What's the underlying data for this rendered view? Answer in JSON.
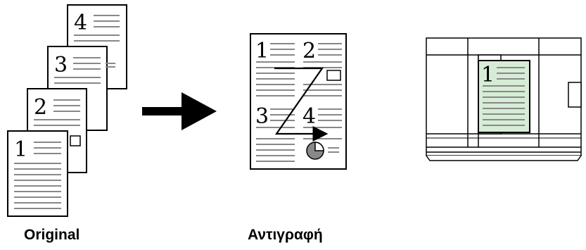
{
  "original": {
    "caption": "Original",
    "page_numbers": [
      "1",
      "2",
      "3",
      "4"
    ]
  },
  "copy": {
    "caption": "Αντιγραφή",
    "page_numbers": [
      "1",
      "2",
      "3",
      "4"
    ]
  },
  "scanner": {
    "page_number": "1"
  },
  "colors": {
    "line": "#000000",
    "text_rule": "#888888",
    "glass_page": "#d6ecd6"
  },
  "icons": [
    "arrow-right-icon",
    "toner-pie-icon",
    "z-order-arrow-icon"
  ]
}
